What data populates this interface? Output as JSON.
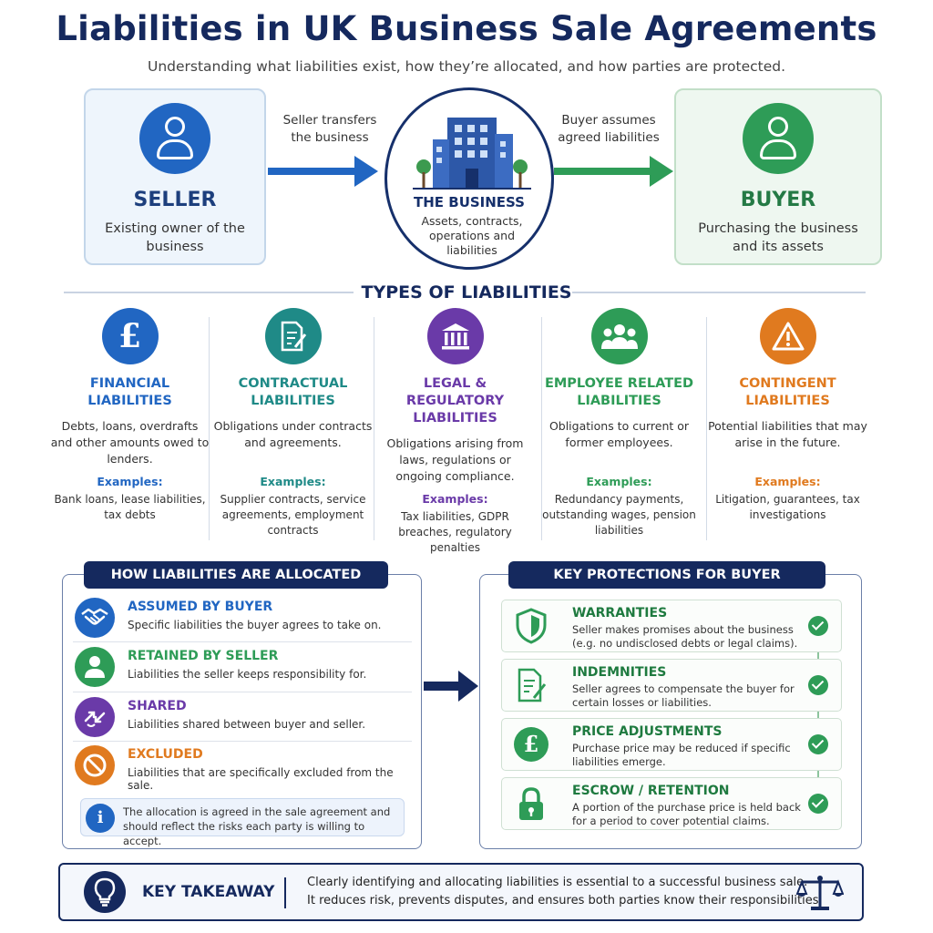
{
  "title": "Liabilities in UK Business Sale Agreements",
  "subtitle": "Understanding what liabilities exist, how they’re allocated, and how parties are protected.",
  "colors": {
    "navy": "#15295e",
    "blue": "#2166c2",
    "teal": "#1f8a87",
    "purple": "#6a3aa8",
    "green": "#2e9c57",
    "orange": "#e07a1f"
  },
  "flow": {
    "seller": {
      "name": "SELLER",
      "desc": "Existing owner of the business",
      "icon": "person-icon"
    },
    "seller_arrow_label": "Seller transfers the business",
    "business": {
      "name": "THE BUSINESS",
      "desc": "Assets, contracts, operations and liabilities",
      "icon": "building-icon"
    },
    "buyer_arrow_label": "Buyer assumes agreed liabilities",
    "buyer": {
      "name": "BUYER",
      "desc": "Purchasing the business and its assets",
      "icon": "person-icon"
    }
  },
  "types": {
    "title": "TYPES OF LIABILITIES",
    "items": [
      {
        "name": "FINANCIAL LIABILITIES",
        "desc": "Debts, loans, overdrafts and other amounts owed to lenders.",
        "examples_label": "Examples:",
        "examples": "Bank loans, lease liabilities, tax debts",
        "icon": "pound-icon",
        "color": "#2166c2"
      },
      {
        "name": "CONTRACTUAL LIABILITIES",
        "desc": "Obligations under contracts and agreements.",
        "examples_label": "Examples:",
        "examples": "Supplier contracts, service agreements, employment contracts",
        "icon": "document-pen-icon",
        "color": "#1f8a87"
      },
      {
        "name": "LEGAL & REGULATORY LIABILITIES",
        "desc": "Obligations arising from laws, regulations or ongoing compliance.",
        "examples_label": "Examples:",
        "examples": "Tax liabilities, GDPR breaches, regulatory penalties",
        "icon": "courthouse-icon",
        "color": "#6a3aa8"
      },
      {
        "name": "EMPLOYEE RELATED LIABILITIES",
        "desc": "Obligations to current or former employees.",
        "examples_label": "Examples:",
        "examples": "Redundancy payments, outstanding wages, pension liabilities",
        "icon": "group-icon",
        "color": "#2e9c57"
      },
      {
        "name": "CONTINGENT LIABILITIES",
        "desc": "Potential liabilities that may arise in the future.",
        "examples_label": "Examples:",
        "examples": "Litigation, guarantees, tax investigations",
        "icon": "warning-icon",
        "color": "#e07a1f"
      }
    ]
  },
  "allocation": {
    "header": "HOW LIABILITIES ARE ALLOCATED",
    "items": [
      {
        "name": "ASSUMED BY BUYER",
        "desc": "Specific liabilities the buyer agrees to take on.",
        "icon": "handshake-icon",
        "color": "#2166c2"
      },
      {
        "name": "RETAINED BY SELLER",
        "desc": "Liabilities the seller keeps responsibility for.",
        "icon": "person-icon",
        "color": "#2e9c57"
      },
      {
        "name": "SHARED",
        "desc": "Liabilities shared between buyer and seller.",
        "icon": "split-arrows-icon",
        "color": "#6a3aa8"
      },
      {
        "name": "EXCLUDED",
        "desc": "Liabilities that are specifically excluded from the sale.",
        "icon": "prohibited-icon",
        "color": "#e07a1f"
      }
    ],
    "info_icon": "i",
    "info": "The allocation is agreed in the sale agreement and should reflect the risks each party is willing to accept."
  },
  "protections": {
    "header": "KEY PROTECTIONS FOR BUYER",
    "items": [
      {
        "name": "WARRANTIES",
        "desc": "Seller makes promises about the business (e.g. no undisclosed debts or legal claims).",
        "icon": "shield-icon"
      },
      {
        "name": "INDEMNITIES",
        "desc": "Seller agrees to compensate the buyer for certain losses or liabilities.",
        "icon": "document-pen-icon"
      },
      {
        "name": "PRICE ADJUSTMENTS",
        "desc": "Purchase price may be reduced if specific liabilities emerge.",
        "icon": "pound-icon"
      },
      {
        "name": "ESCROW / RETENTION",
        "desc": "A portion of the purchase price is held back for a period to cover potential claims.",
        "icon": "padlock-icon"
      }
    ]
  },
  "takeaway": {
    "title": "KEY TAKEAWAY",
    "line1": "Clearly identifying and allocating liabilities is essential to a successful business sale.",
    "line2": "It reduces risk, prevents disputes, and ensures both parties know their responsibilities.",
    "icon": "lightbulb-icon",
    "scales_icon": "scales-icon"
  }
}
